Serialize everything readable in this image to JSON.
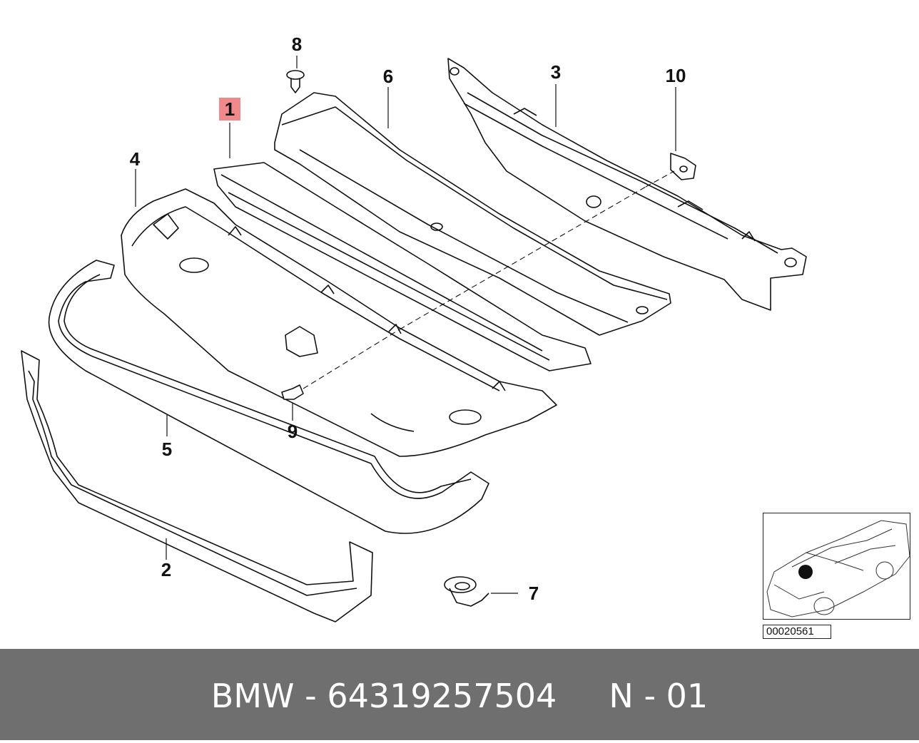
{
  "callouts": {
    "c1": "1",
    "c2": "2",
    "c3": "3",
    "c4": "4",
    "c5": "5",
    "c6": "6",
    "c7": "7",
    "c8": "8",
    "c9": "9",
    "c10": "10"
  },
  "highlight_color": "#f0888c",
  "drawing_number": "00020561",
  "footer": {
    "text": "BMW - 64319257504     N - 01",
    "background": "#6f6f6f"
  }
}
